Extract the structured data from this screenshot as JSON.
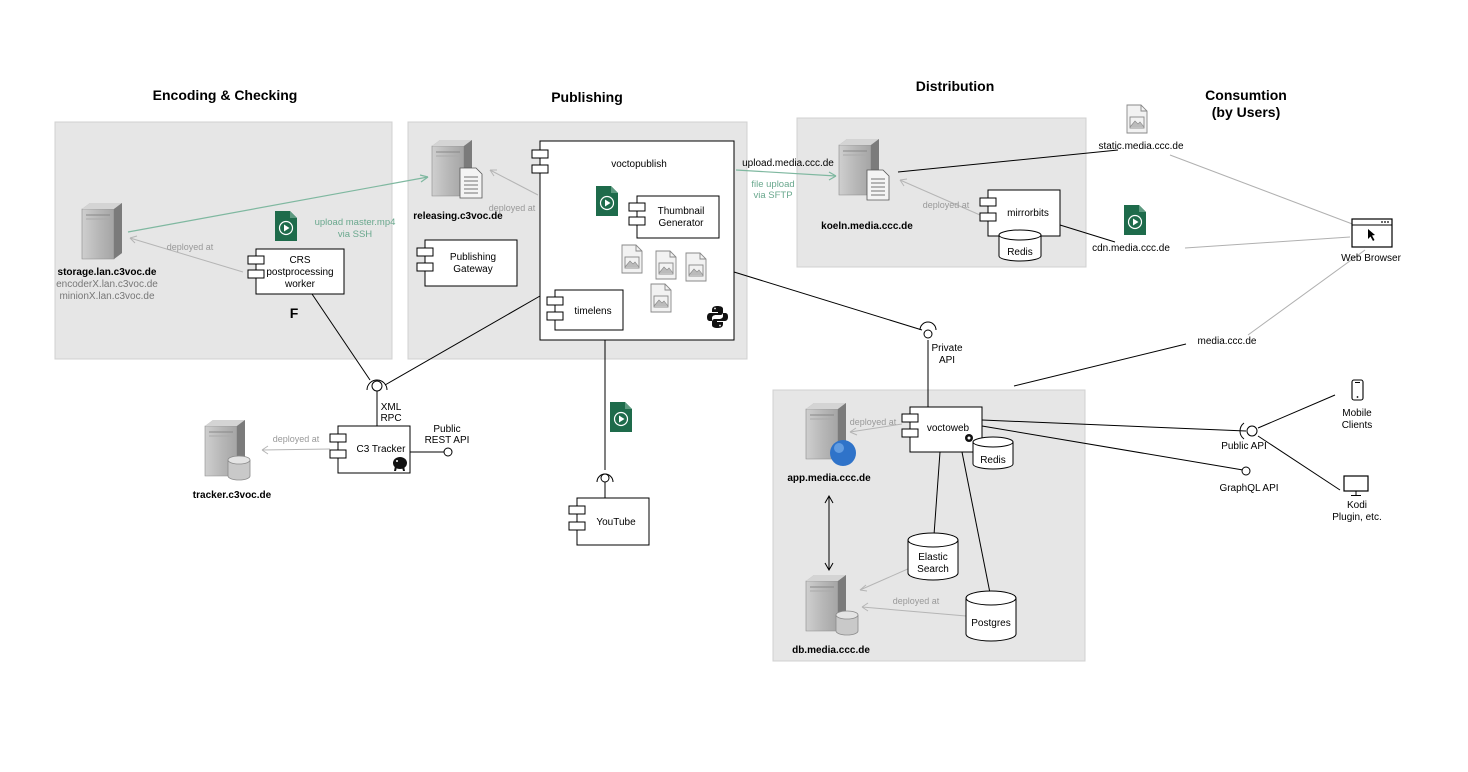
{
  "sections": {
    "encoding": "Encoding & Checking",
    "publishing": "Publishing",
    "distribution": "Distribution",
    "consumption_1": "Consumtion",
    "consumption_2": "(by Users)"
  },
  "servers": {
    "storage": "storage.lan.c3voc.de",
    "storage_alt1": "encoderX.lan.c3voc.de",
    "storage_alt2": "minionX.lan.c3voc.de",
    "releasing": "releasing.c3voc.de",
    "koeln": "koeln.media.ccc.de",
    "tracker": "tracker.c3voc.de",
    "app": "app.media.ccc.de",
    "db": "db.media.ccc.de"
  },
  "components": {
    "crs_1": "CRS",
    "crs_2": "postprocessing",
    "crs_3": "worker",
    "voctopublish": "voctopublish",
    "thumb_1": "Thumbnail",
    "thumb_2": "Generator",
    "gateway_1": "Publishing",
    "gateway_2": "Gateway",
    "timelens": "timelens",
    "mirrorbits": "mirrorbits",
    "redis": "Redis",
    "tracker": "C3 Tracker",
    "youtube": "YouTube",
    "voctoweb": "voctoweb",
    "redis2": "Redis",
    "elastic_1": "Elastic",
    "elastic_2": "Search",
    "postgres": "Postgres"
  },
  "labels": {
    "deployed_at": "deployed at",
    "upload_master_1": "upload master.mp4",
    "upload_master_2": "via SSH",
    "upload_media": "upload.media.ccc.de",
    "file_upload_1": "file upload",
    "file_upload_2": "via SFTP",
    "xml_1": "XML",
    "xml_2": "RPC",
    "public_rest_1": "Public",
    "public_rest_2": "REST API",
    "private_api_1": "Private",
    "private_api_2": "API",
    "static": "static.media.ccc.de",
    "cdn": "cdn.media.ccc.de",
    "media": "media.ccc.de",
    "web_browser": "Web Browser",
    "public_api": "Public API",
    "graphql": "GraphQL API",
    "mobile_1": "Mobile",
    "mobile_2": "Clients",
    "kodi_1": "Kodi",
    "kodi_2": "Plugin, etc.",
    "f_letter": "F"
  },
  "colors": {
    "zone": "#e6e6e6",
    "video_file": "#1e6b4b",
    "link_green": "#6aa88e",
    "deploy_gray": "#b5b5b5"
  },
  "icons": {
    "server": "server-icon",
    "video_file": "video-file-icon",
    "image_file": "image-file-icon",
    "web_browser": "web-browser-icon",
    "mobile": "mobile-phone-icon",
    "monitor": "monitor-icon",
    "python": "python-icon",
    "postgres": "postgres-elephant-icon",
    "globe": "globe-icon"
  }
}
